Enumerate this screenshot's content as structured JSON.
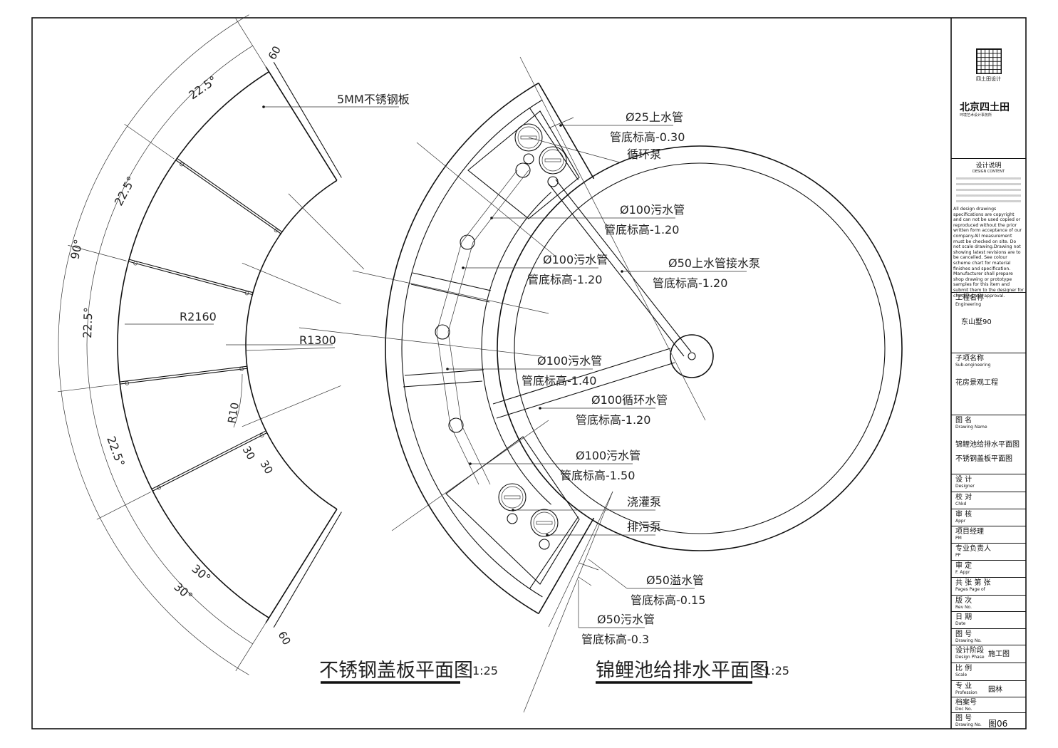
{
  "left_drawing": {
    "title": "不锈钢盖板平面图",
    "scale": "1:25",
    "labels": {
      "plate": "5MM不锈钢板",
      "r_outer": "R2160",
      "r_inner": "R1300",
      "r_corner": "R10",
      "gap_top": "60",
      "gap_bottom": "60",
      "offset_a": "30",
      "offset_b": "30",
      "angle_total": "90°",
      "angle_1": "22.5°",
      "angle_2": "22.5°",
      "angle_3": "22.5°",
      "angle_4": "22.5°",
      "angle_5": "30°",
      "angle_6": "30°"
    }
  },
  "right_drawing": {
    "title": "锦鲤池给排水平面图",
    "scale": "1:25",
    "callouts": [
      {
        "name": "Ø25上水管",
        "elev": "管底标高-0.30"
      },
      {
        "name": "循环泵",
        "elev": ""
      },
      {
        "name": "Ø100污水管",
        "elev": "管底标高-1.20"
      },
      {
        "name": "Ø100污水管",
        "elev": "管底标高-1.20"
      },
      {
        "name": "Ø50上水管接水泵",
        "elev": "管底标高-1.20"
      },
      {
        "name": "Ø100污水管",
        "elev": "管底标高-1.40"
      },
      {
        "name": "Ø100循环水管",
        "elev": "管底标高-1.20"
      },
      {
        "name": "Ø100污水管",
        "elev": "管底标高-1.50"
      },
      {
        "name": "浇灌泵",
        "elev": ""
      },
      {
        "name": "排污泵",
        "elev": ""
      },
      {
        "name": "Ø50溢水管",
        "elev": "管底标高-0.15"
      },
      {
        "name": "Ø50污水管",
        "elev": "管底标高-0.3"
      }
    ]
  },
  "title_block": {
    "logo_caption": "四土田设计",
    "company": "北京四土田",
    "company_sub": "环境艺术设计事务所",
    "design_note_title": "设计说明",
    "design_note_title_en": "DESIGN CONTENT",
    "design_note_en": "All design drawings specifications are copyright and can not be used copied or reproduced without the prior written form acceptance of our company.All measurement must be checked on site. Do not scale drawing.Drawing not showing latest revisions are to be cancelled. See colour scheme chart for material finishes and specification. Manufacturer shall prepare shop drawing or prototype samples for this item and submit them to the designer for checking and approval.",
    "fields": [
      {
        "cn": "工程名称",
        "en": "Engineering",
        "value": "东山墅90"
      },
      {
        "cn": "子项名称",
        "en": "Sub-engineering",
        "value": "花房景观工程"
      },
      {
        "cn": "图  名",
        "en": "Drawing Name",
        "value": "锦鲤池给排水平面图",
        "value2": "不锈钢盖板平面图"
      },
      {
        "cn": "设  计",
        "en": "Designer",
        "value": ""
      },
      {
        "cn": "校  对",
        "en": "Chkd",
        "value": ""
      },
      {
        "cn": "审  核",
        "en": "Appr",
        "value": ""
      },
      {
        "cn": "项目经理",
        "en": "PM",
        "value": ""
      },
      {
        "cn": "专业负责人",
        "en": "PP",
        "value": ""
      },
      {
        "cn": "审  定",
        "en": "F. Appr",
        "value": ""
      },
      {
        "cn": "共    张  第    张",
        "en": "Pages          Page  of",
        "value": ""
      },
      {
        "cn": "版  次",
        "en": "Rev No.",
        "value": ""
      },
      {
        "cn": "日  期",
        "en": "Date",
        "value": ""
      },
      {
        "cn": "图  号",
        "en": "Drawing No.",
        "value": ""
      },
      {
        "cn": "设计阶段",
        "en": "Design Phase",
        "value": "施工图"
      },
      {
        "cn": "比  例",
        "en": "Scale",
        "value": ""
      },
      {
        "cn": "专  业",
        "en": "Profession",
        "value": "园林"
      },
      {
        "cn": "档案号",
        "en": "Doc No.",
        "value": ""
      },
      {
        "cn": "图  号",
        "en": "Drawing No.",
        "value": "图06"
      }
    ]
  }
}
